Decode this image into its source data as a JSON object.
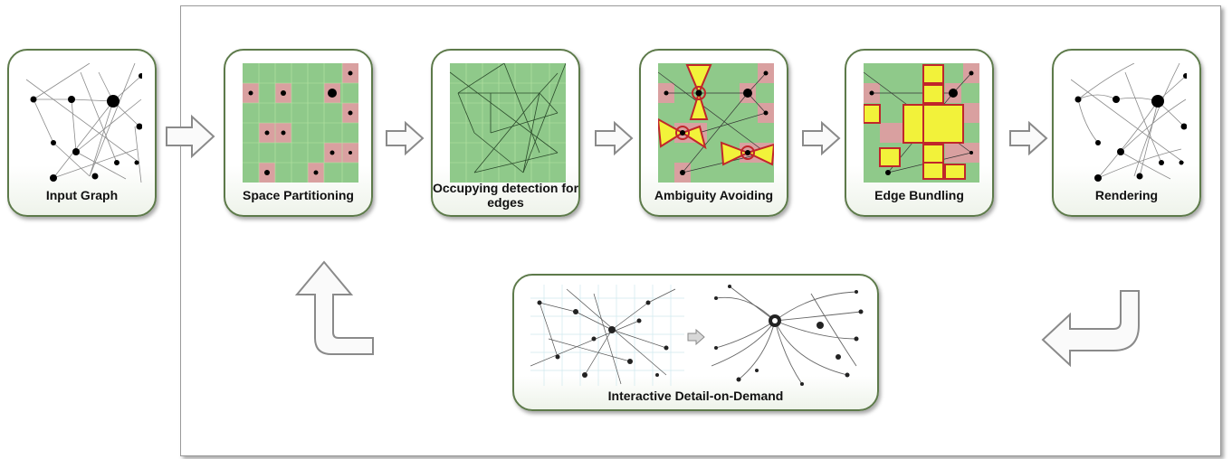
{
  "stages": [
    {
      "id": "input-graph",
      "label": "Input Graph"
    },
    {
      "id": "space-partitioning",
      "label": "Space Partitioning"
    },
    {
      "id": "occupying-detection",
      "label": "Occupying detection for edges"
    },
    {
      "id": "ambiguity-avoiding",
      "label": "Ambiguity Avoiding"
    },
    {
      "id": "edge-bundling",
      "label": "Edge Bundling"
    },
    {
      "id": "rendering",
      "label": "Rendering"
    }
  ],
  "detail": {
    "label": "Interactive Detail-on-Demand"
  },
  "colors": {
    "green_cell": "#8fc98a",
    "red_cell": "#d9a0a0",
    "highlight": "#f2f23a",
    "highlight_border": "#c0262b",
    "card_border": "#5d7a4a"
  }
}
